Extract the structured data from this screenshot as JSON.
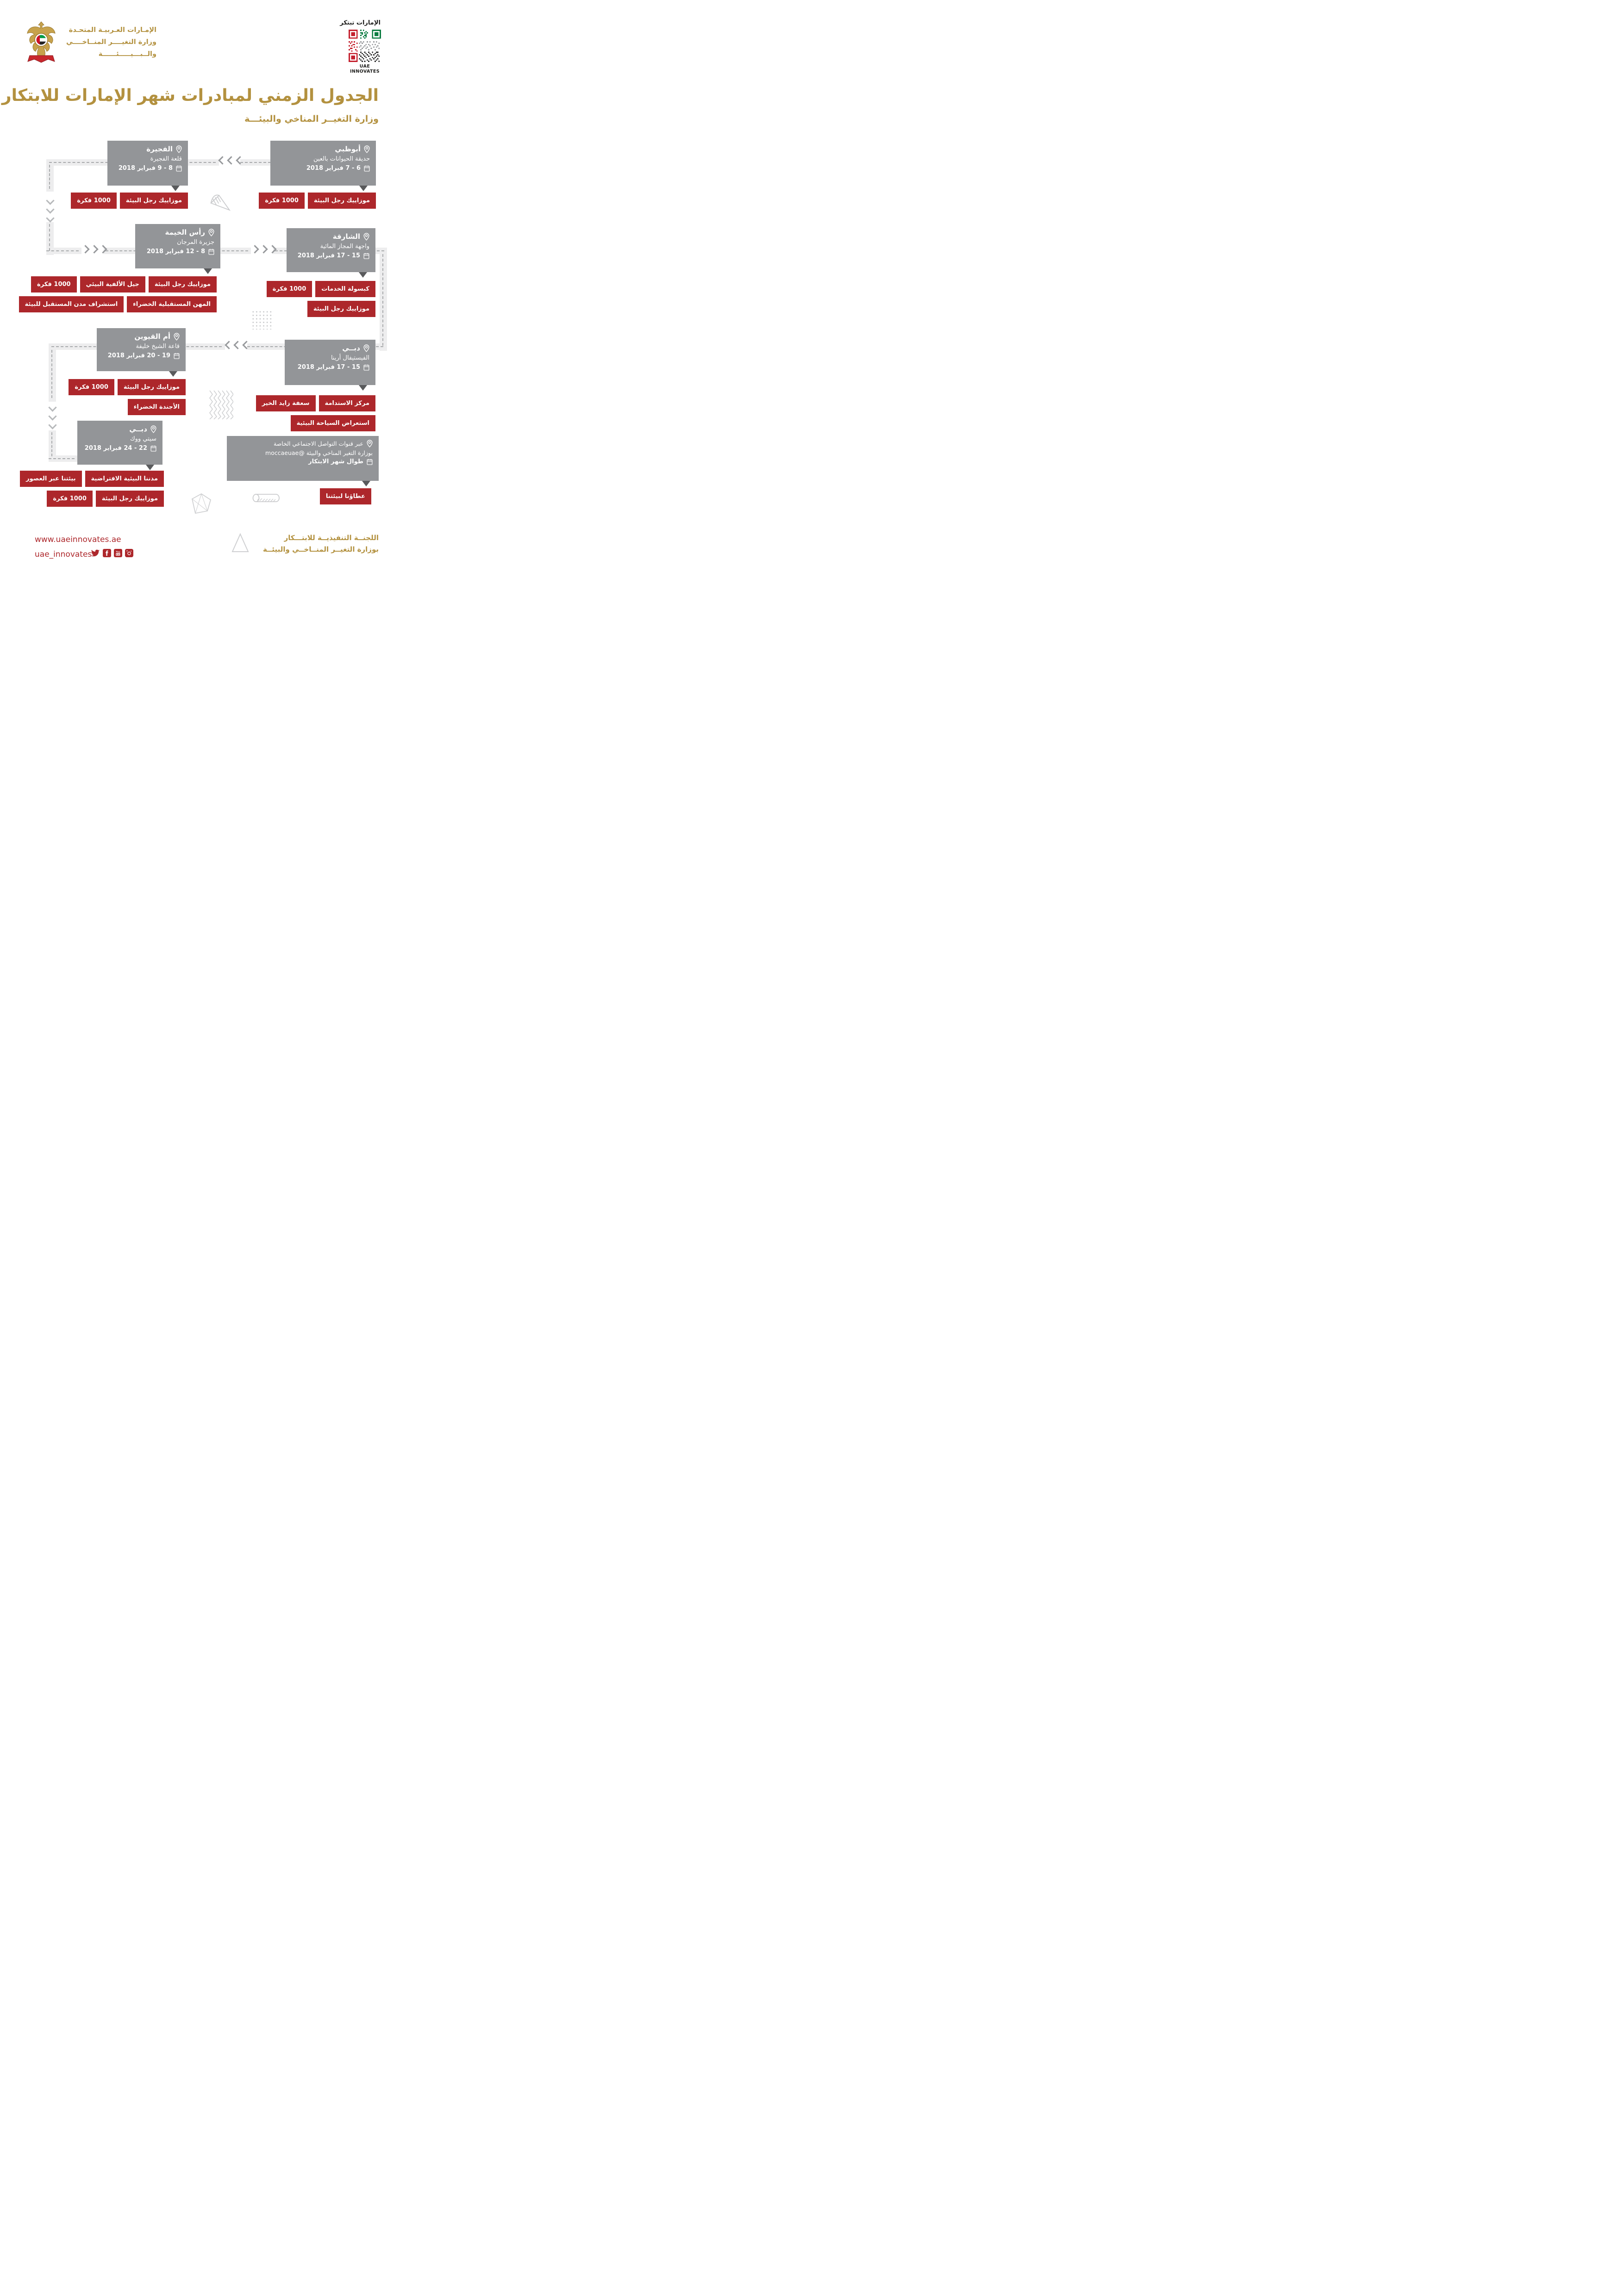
{
  "colors": {
    "accent_red": "#ad272b",
    "card_gray": "#939598",
    "gold": "#b3913f",
    "band_gray": "#ededee",
    "pointer_gray": "#595a5c"
  },
  "header": {
    "ministry_lines": [
      "الإمـارات العـربيـة المتحـدة",
      "وزارة التغيــــر المنــاخــــي",
      "والــبـــيـــــئــــــة"
    ],
    "qr_label": "الإمارات تبتكر",
    "qr_caption": "UAE INNOVATES"
  },
  "title": "الجدول الزمني لمبادرات شهر الإمارات للابتكار",
  "subtitle": "وزارة التغيــر المناخي والبيئـــة",
  "locations": [
    {
      "city": "أبوظبي",
      "venue": "حديقة الحيوانات بالعين",
      "date": "6 - 7 فبراير 2018",
      "rows": [
        [
          "موزاييك رجل البيئة",
          "1000 فكرة"
        ]
      ]
    },
    {
      "city": "الفجيرة",
      "venue": "قلعة الفجيرة",
      "date": "8 - 9 فبراير 2018",
      "rows": [
        [
          "موزاييك رجل البيئة",
          "1000 فكرة"
        ]
      ]
    },
    {
      "city": "الشارقة",
      "venue": "واجهة المجاز المائية",
      "date": "15 - 17 فبراير 2018",
      "rows": [
        [
          "كبسولة الخدمات",
          "1000 فكرة"
        ],
        [
          "موزاييك رجل البيئة"
        ]
      ]
    },
    {
      "city": "رأس الخيمة",
      "venue": "جزيرة المرجان",
      "date": "8 - 12 فبراير 2018",
      "rows": [
        [
          "موزاييك رجل البيئة",
          "جيل الألفية البيئي",
          "1000 فكرة"
        ],
        [
          "المهن المستقبلية الخضراء",
          "استشراف مدن المستقبل للبيئة"
        ]
      ]
    },
    {
      "city": "أم القيوين",
      "venue": "قاعة الشيخ خليفة",
      "date": "19 - 20 فبراير 2018",
      "rows": [
        [
          "موزاييك رجل البيئة",
          "1000 فكرة"
        ],
        [
          "الأجندة الخضراء"
        ]
      ]
    },
    {
      "city": "دبــي",
      "venue": "الفيستيفال أرينا",
      "date": "15 - 17 فبراير 2018",
      "rows": [
        [
          "مركز الاستدامة",
          "سعفة زايد الخير"
        ],
        [
          "استعراض السياحة البيئية"
        ]
      ]
    },
    {
      "city": "دبــي",
      "venue": "سيتي ووك",
      "date": "22 - 24 فبراير 2018",
      "rows": [
        [
          "مدننا البيئية الافتراضية",
          "بيئتنا عبر العصور"
        ],
        [
          "موزاييك رجل البيئة",
          "1000 فكرة"
        ]
      ]
    },
    {
      "city": "عبر قنوات التواصل الاجتماعي الخاصة",
      "venue": "بوزارة التغير المناخي والبيئة @moccaeuae",
      "date": "طوال شهر الابتكار",
      "rows": [
        [
          "عطاؤنا لبيئتنا"
        ]
      ]
    }
  ],
  "footer": {
    "website": "www.uaeinnovates.ae",
    "handle": "uae_innovates",
    "committee_lines": [
      "اللجنــة التنفيذيــة للابتـــكار",
      "بوزارة التغيــر المنــاخــي والبيئــة"
    ]
  }
}
